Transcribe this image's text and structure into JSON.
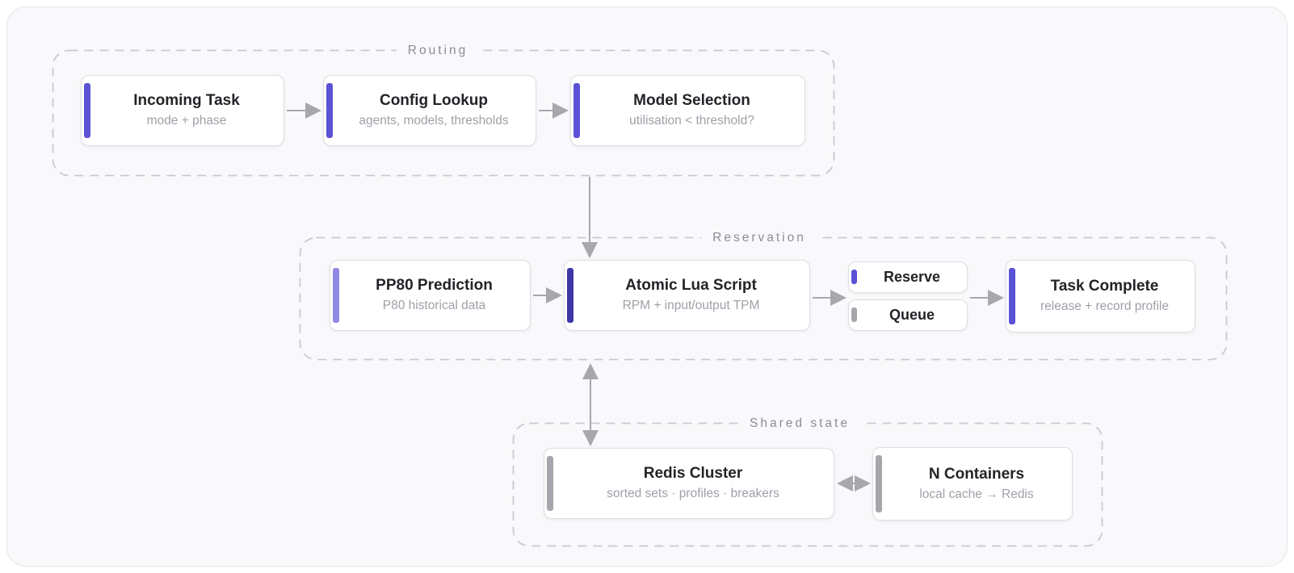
{
  "colors": {
    "canvas_bg": "#f9f9fb",
    "accent_indigo": "#5B52D5",
    "accent_indigo_light": "#8F88E4",
    "accent_indigo_dark": "#3E37A6",
    "accent_gray": "#A6A6AD",
    "arrow_gray": "#A7A7AE",
    "group_border": "#C9C9CF"
  },
  "diagram": {
    "groups": [
      {
        "title": "Routing",
        "nodes": [
          {
            "title": "Incoming Task",
            "subtitle": "mode + phase",
            "accent": "#5B52D5"
          },
          {
            "title": "Config Lookup",
            "subtitle": "agents, models, thresholds",
            "accent": "#5B52D5"
          },
          {
            "title": "Model Selection",
            "subtitle": "utilisation < threshold?",
            "accent": "#5B52D5"
          }
        ]
      },
      {
        "title": "Reservation",
        "nodes": [
          {
            "title": "PP80 Prediction",
            "subtitle": "P80 historical data",
            "accent": "#8F88E4"
          },
          {
            "title": "Atomic Lua Script",
            "subtitle": "RPM + input/output TPM",
            "accent": "#3E37A6"
          },
          {
            "title": "Reserve",
            "accent": "#5B52D5"
          },
          {
            "title": "Queue",
            "accent": "#A6A6AD"
          },
          {
            "title": "Task Complete",
            "subtitle": "release + record profile",
            "accent": "#5B52D5"
          }
        ]
      },
      {
        "title": "Shared state",
        "nodes": [
          {
            "title": "Redis Cluster",
            "subtitle": "sorted sets · profiles · breakers",
            "accent": "#A6A6AD"
          },
          {
            "title": "N Containers",
            "subtitle": "local cache → Redis",
            "accent": "#A6A6AD"
          }
        ]
      }
    ],
    "edges": [
      {
        "from": "Incoming Task",
        "to": "Config Lookup",
        "type": "arrow"
      },
      {
        "from": "Config Lookup",
        "to": "Model Selection",
        "type": "arrow"
      },
      {
        "from": "Routing",
        "to": "Atomic Lua Script",
        "type": "arrow"
      },
      {
        "from": "PP80 Prediction",
        "to": "Atomic Lua Script",
        "type": "arrow"
      },
      {
        "from": "Atomic Lua Script",
        "to": "Reserve / Queue",
        "type": "arrow"
      },
      {
        "from": "Reserve / Queue",
        "to": "Task Complete",
        "type": "arrow"
      },
      {
        "from": "Reservation",
        "to": "Redis Cluster",
        "type": "bidirectional"
      },
      {
        "from": "Redis Cluster",
        "to": "N Containers",
        "type": "bidirectional"
      }
    ]
  }
}
